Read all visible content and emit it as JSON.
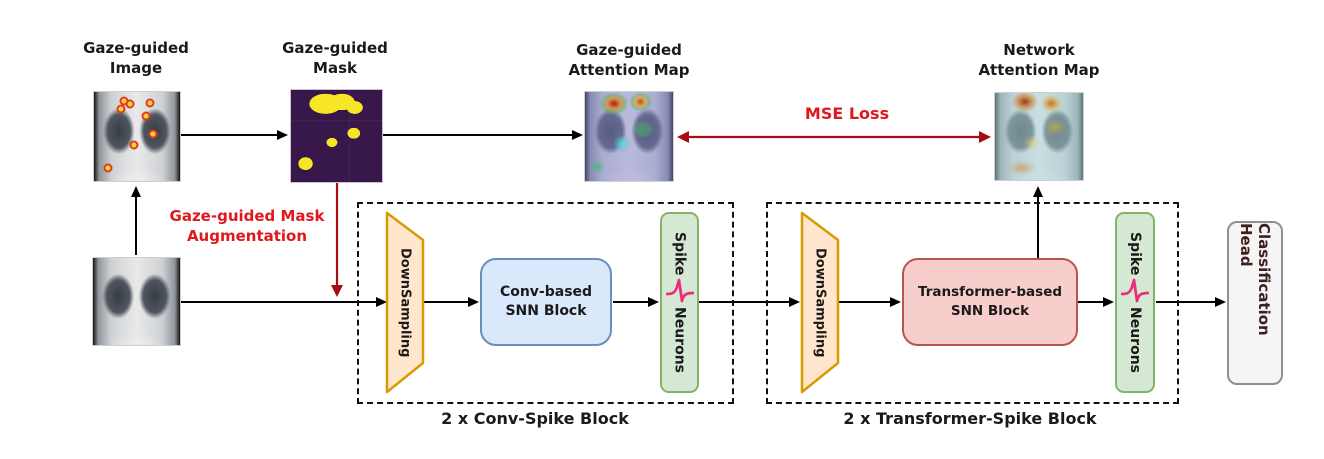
{
  "title_labels": {
    "gaze_image": {
      "line1": "Gaze-guided",
      "line2": "Image"
    },
    "gaze_mask": {
      "line1": "Gaze-guided",
      "line2": "Mask"
    },
    "gaze_attention": {
      "line1": "Gaze-guided",
      "line2": "Attention Map"
    },
    "network_attention": {
      "line1": "Network",
      "line2": "Attention Map"
    }
  },
  "annotations": {
    "mask_augmentation": {
      "line1": "Gaze-guided Mask",
      "line2": "Augmentation"
    },
    "mse_loss": "MSE Loss",
    "conv_group_label": "2 x Conv-Spike Block",
    "transformer_group_label": "2 x Transformer-Spike Block"
  },
  "blocks": {
    "downsampling1": "DownSampling",
    "downsampling2": "DownSampling",
    "conv_snn": {
      "line1": "Conv-based",
      "line2": "SNN Block"
    },
    "transformer_snn": {
      "line1": "Transformer-based",
      "line2": "SNN Block"
    },
    "spike_neurons1": {
      "word1": "Spike",
      "word2": "Neurons"
    },
    "spike_neurons2": {
      "word1": "Spike",
      "word2": "Neurons"
    },
    "classification_head": "Classification Head"
  },
  "colors": {
    "downsampling_fill": "#ffe6cc",
    "downsampling_border": "#d79b00",
    "conv_fill": "#dae8fc",
    "conv_border": "#6c8ebf",
    "transformer_fill": "#f8cecc",
    "transformer_border": "#b85450",
    "spike_fill": "#d5e8d4",
    "spike_border": "#82b366",
    "head_fill": "#f5f5f5",
    "head_border": "#8f8f8f",
    "head_text": "#3d1f1f",
    "red_text": "#e0181c",
    "red_arrow": "#a50d12",
    "spike_icon": "#ee2a7b",
    "arrow_black": "#000000"
  }
}
